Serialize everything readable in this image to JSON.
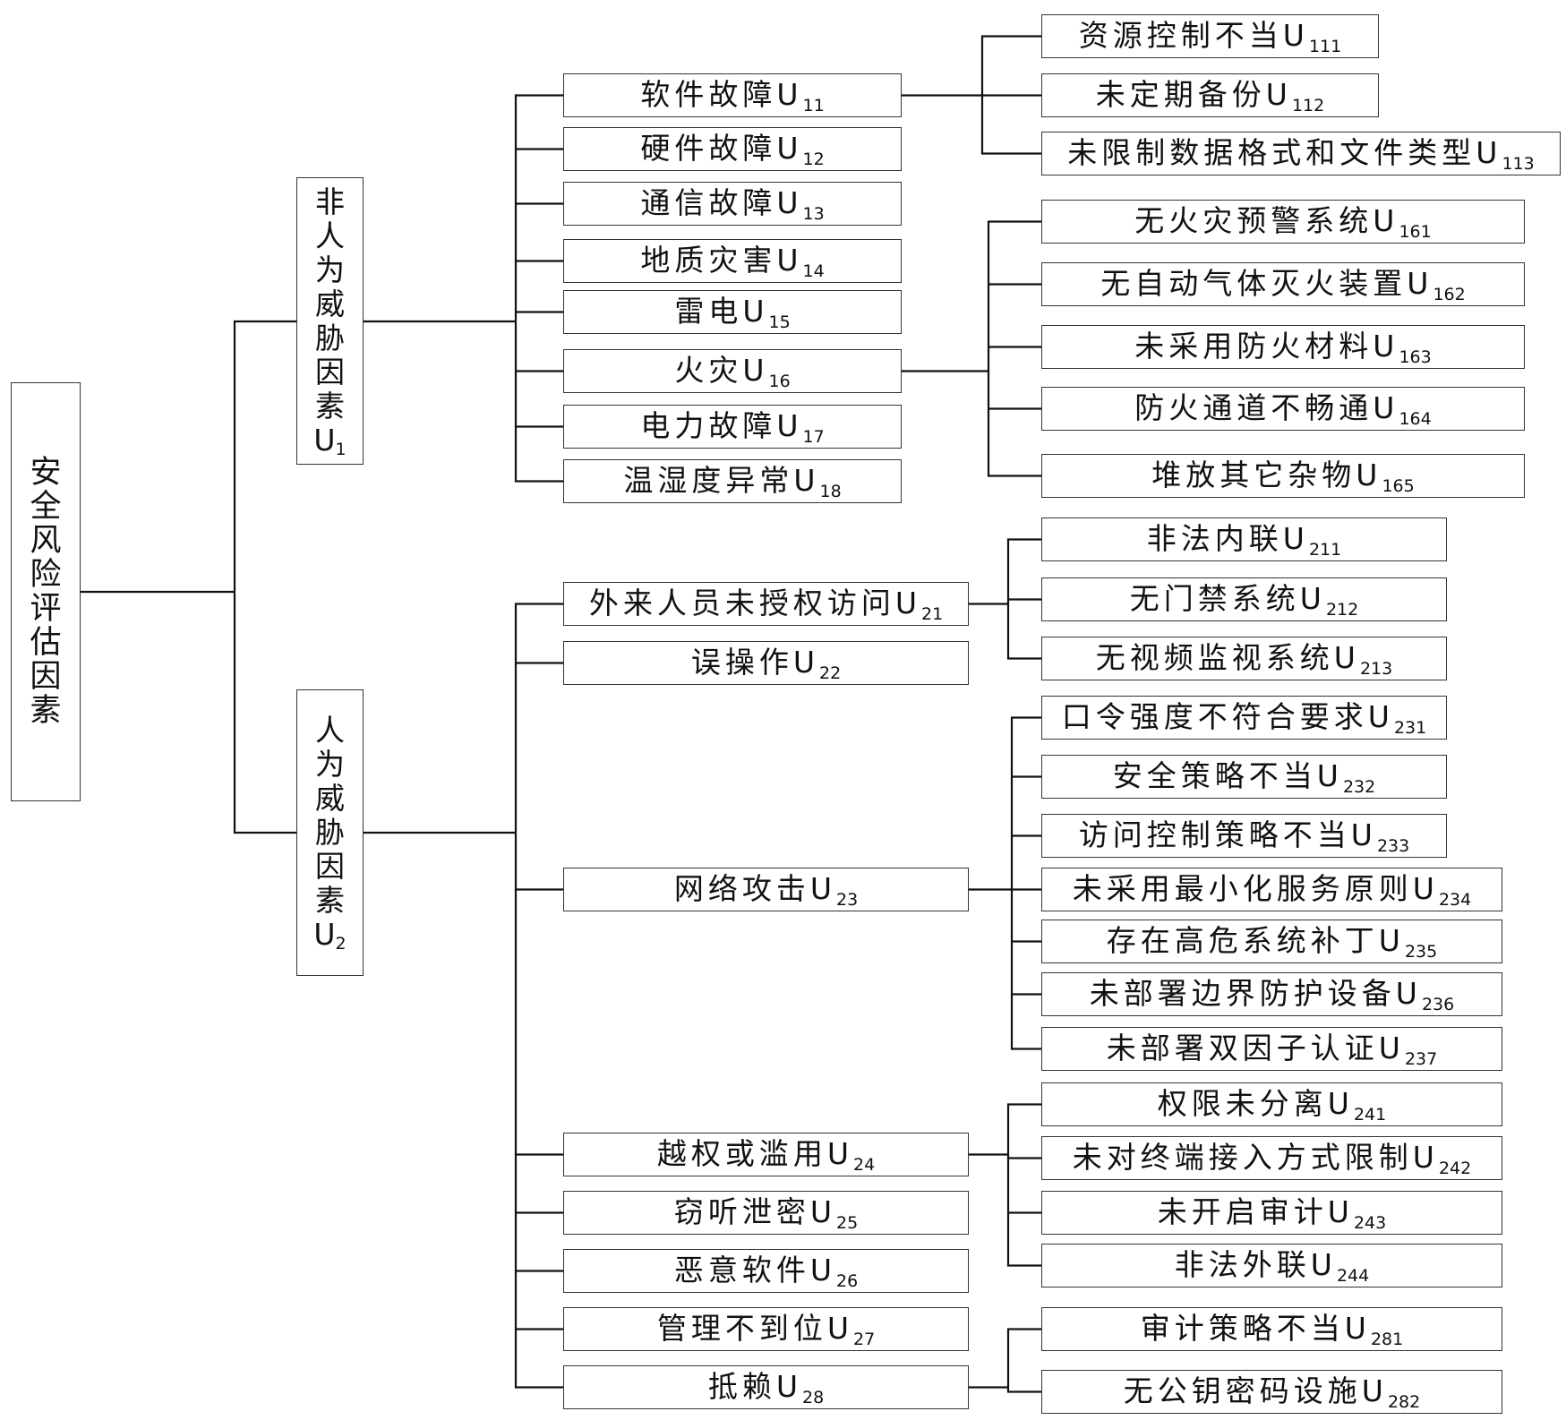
{
  "root": {
    "text": "安全风险评估因素"
  },
  "categories": [
    {
      "text": "非人为威胁因素U",
      "sub": "1",
      "factors": [
        {
          "text": "软件故障U",
          "sub": "11",
          "items": [
            {
              "text": "资源控制不当U",
              "sub": "111"
            },
            {
              "text": "未定期备份U",
              "sub": "112"
            },
            {
              "text": "未限制数据格式和文件类型U",
              "sub": "113"
            }
          ]
        },
        {
          "text": "硬件故障U",
          "sub": "12"
        },
        {
          "text": "通信故障U",
          "sub": "13"
        },
        {
          "text": "地质灾害U",
          "sub": "14"
        },
        {
          "text": "雷电U",
          "sub": "15"
        },
        {
          "text": "火灾U",
          "sub": "16",
          "items": [
            {
              "text": "无火灾预警系统U",
              "sub": "161"
            },
            {
              "text": "无自动气体灭火装置U",
              "sub": "162"
            },
            {
              "text": "未采用防火材料U",
              "sub": "163"
            },
            {
              "text": "防火通道不畅通U",
              "sub": "164"
            },
            {
              "text": "堆放其它杂物U",
              "sub": "165"
            }
          ]
        },
        {
          "text": "电力故障U",
          "sub": "17"
        },
        {
          "text": "温湿度异常U",
          "sub": "18"
        }
      ]
    },
    {
      "text": "人为威胁因素U",
      "sub": "2",
      "factors": [
        {
          "text": "外来人员未授权访问U",
          "sub": "21",
          "items": [
            {
              "text": "非法内联U",
              "sub": "211"
            },
            {
              "text": "无门禁系统U",
              "sub": "212"
            },
            {
              "text": "无视频监视系统U",
              "sub": "213"
            }
          ]
        },
        {
          "text": "误操作U",
          "sub": "22"
        },
        {
          "text": "网络攻击U",
          "sub": "23",
          "items": [
            {
              "text": "口令强度不符合要求U",
              "sub": "231"
            },
            {
              "text": "安全策略不当U",
              "sub": "232"
            },
            {
              "text": "访问控制策略不当U",
              "sub": "233"
            },
            {
              "text": "未采用最小化服务原则U",
              "sub": "234"
            },
            {
              "text": "存在高危系统补丁U",
              "sub": "235"
            },
            {
              "text": "未部署边界防护设备U",
              "sub": "236"
            },
            {
              "text": "未部署双因子认证U",
              "sub": "237"
            }
          ]
        },
        {
          "text": "越权或滥用U",
          "sub": "24",
          "items": [
            {
              "text": "权限未分离U",
              "sub": "241"
            },
            {
              "text": "未对终端接入方式限制U",
              "sub": "242"
            },
            {
              "text": "未开启审计U",
              "sub": "243"
            },
            {
              "text": "非法外联U",
              "sub": "244"
            }
          ]
        },
        {
          "text": "窃听泄密U",
          "sub": "25"
        },
        {
          "text": "恶意软件U",
          "sub": "26"
        },
        {
          "text": "管理不到位U",
          "sub": "27"
        },
        {
          "text": "抵赖U",
          "sub": "28",
          "items": [
            {
              "text": "审计策略不当U",
              "sub": "281"
            },
            {
              "text": "无公钥密码设施U",
              "sub": "282"
            }
          ]
        }
      ]
    }
  ]
}
